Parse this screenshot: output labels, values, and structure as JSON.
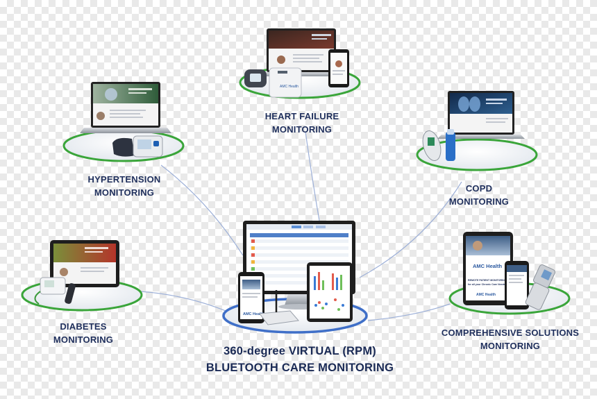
{
  "nodes": {
    "heart_failure": {
      "line1": "HEART FAILURE",
      "line2": "MONITORING"
    },
    "hypertension": {
      "line1": "HYPERTENSION",
      "line2": "MONITORING"
    },
    "copd": {
      "line1": "COPD",
      "line2": "MONITORING"
    },
    "diabetes": {
      "line1": "DIABETES",
      "line2": "MONITORING"
    },
    "comprehensive": {
      "line1": "COMPREHENSIVE SOLUTIONS",
      "line2": "MONITORING"
    }
  },
  "center": {
    "line1": "360-degree VIRTUAL (RPM)",
    "line2": "BLUETOOTH CARE MONITORING"
  },
  "device_screens": {
    "brand_label": "AMC Health",
    "brochure_line1": "REMOTE PATIENT MONITORING",
    "brochure_line2": "for all your Chronic Care Needs"
  },
  "colors": {
    "label_text": "#1f2f5c",
    "green_disc_rim": "#3aa53a",
    "blue_disc_rim": "#3f6fc8",
    "connector_line": "#9db0d8"
  }
}
